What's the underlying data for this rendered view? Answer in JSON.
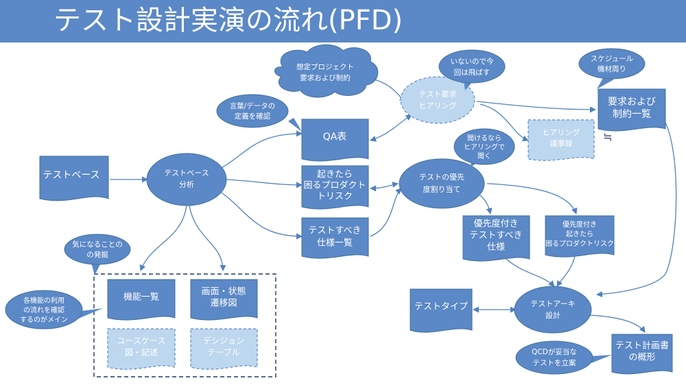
{
  "slide": {
    "title": "テスト設計実演の流れ(PFD)",
    "approx_symbol": "≒"
  },
  "colors": {
    "title_bg": "#5b88c6",
    "shape_fill": "#5b88c6",
    "shape_stroke": "#41719c",
    "pale_fill": "#bdd7ee",
    "pale_stroke": "#5b88c6",
    "arrow": "#4f81bd"
  },
  "nodes": {
    "test_base": "テストベース",
    "test_base_analysis": [
      "テストベース",
      "分析"
    ],
    "qa_table": "QA表",
    "product_risk": [
      "起きたら",
      "困るプロダクト",
      "トリスク"
    ],
    "spec_list": [
      "テストすべき",
      "仕様一覧"
    ],
    "hearing": [
      "テスト要求",
      "ヒアリング"
    ],
    "priority": [
      "テストの優先",
      "度割り当て"
    ],
    "requirements_list": [
      "要求および",
      "制約一覧"
    ],
    "hearing_notes": [
      "ヒアリング",
      "議事録"
    ],
    "prioritized_spec": [
      "優先度付き",
      "テストすべき",
      "仕様"
    ],
    "prioritized_risk": [
      "優先度付き",
      "起きたら",
      "困るプロダクトリスク"
    ],
    "test_type": "テストタイプ",
    "test_architecture": [
      "テストアーキ",
      "設計"
    ],
    "test_plan": [
      "テスト計画書",
      "の概形"
    ],
    "function_list": "機能一覧",
    "screen_state": [
      "画面・状態",
      "遷移図"
    ],
    "usecase": [
      "ユースケース",
      "図・記述"
    ],
    "decision_table": [
      "デシジョン",
      "テーブル"
    ]
  },
  "callouts": {
    "project_cloud": [
      "想定プロジェクト",
      "要求および制約"
    ],
    "define_terms": [
      "言葉/データの",
      "定義を確認"
    ],
    "skip_absent": [
      "いないので今",
      "回は飛ばす"
    ],
    "schedule": [
      "スケジュール",
      "機材周り"
    ],
    "ask_if_possible": [
      "聞けるなら",
      "ヒアリングで",
      "聞く"
    ],
    "concerns": [
      "気になることの",
      "の発掘"
    ],
    "usage_flow": [
      "各機能の利用",
      "の流れを確認",
      "するのがメイン"
    ],
    "qcd": [
      "QCDが妥当な",
      "テストを立案"
    ]
  }
}
